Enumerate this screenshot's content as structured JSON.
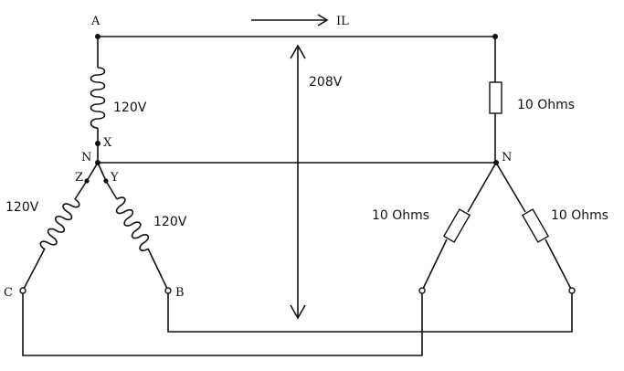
{
  "nodes": {
    "A": "A",
    "N_source": "N",
    "X": "X",
    "Y": "Y",
    "Z": "Z",
    "B": "B",
    "C": "C",
    "N_load": "N"
  },
  "current_label": "IL",
  "voltages": {
    "phase_a": "120V",
    "phase_c": "120V",
    "phase_b": "120V",
    "line": "208V"
  },
  "resistors": {
    "top": "10 Ohms",
    "left": "10 Ohms",
    "right": "10 Ohms"
  }
}
